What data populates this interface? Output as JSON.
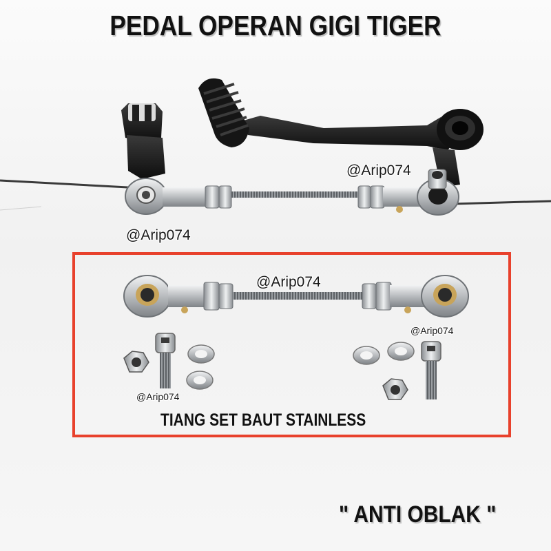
{
  "title": "PEDAL OPERAN GIGI TIGER",
  "watermark": "@Arip074",
  "caption": "TIANG SET BAUT STAINLESS",
  "tagline": "\" ANTI OBLAK \"",
  "colors": {
    "highlight_box": "#e8412c",
    "metal": "#c9cbcd",
    "black_part": "#1c1c1c",
    "brass": "#c8a45a"
  }
}
